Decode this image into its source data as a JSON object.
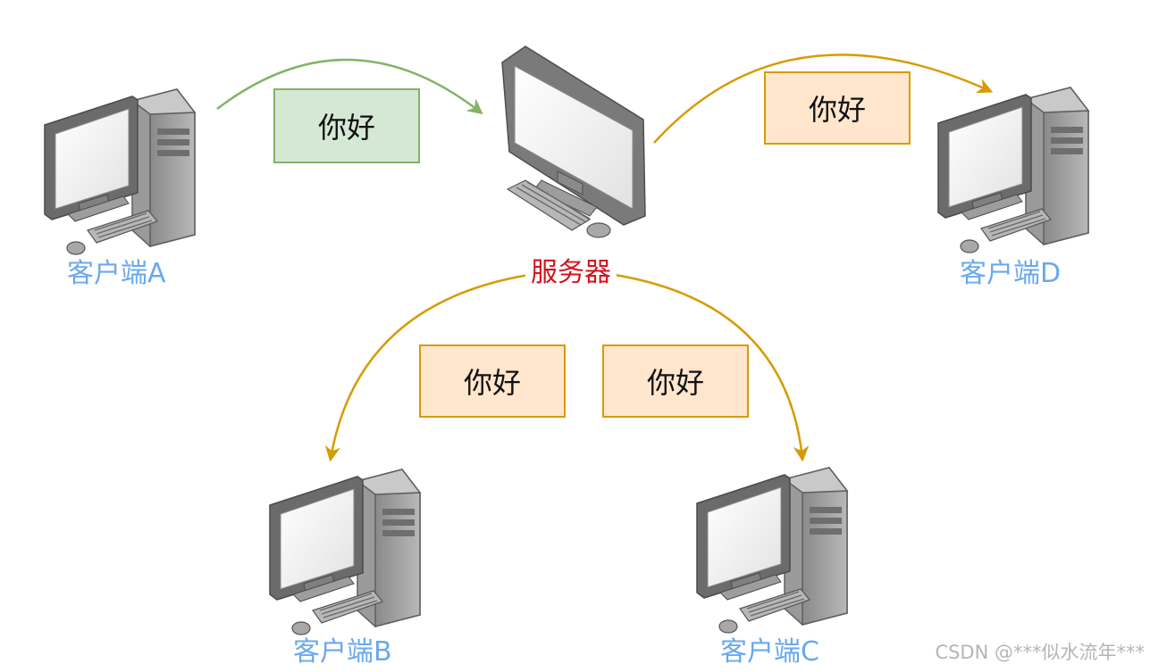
{
  "server": {
    "label": "服务器",
    "label_color": "#d2141e"
  },
  "clients": {
    "a": {
      "label": "客户端A"
    },
    "b": {
      "label": "客户端B"
    },
    "c": {
      "label": "客户端C"
    },
    "d": {
      "label": "客户端D"
    },
    "label_color": "#69a9ee"
  },
  "messages": {
    "a_to_server": {
      "text": "你好",
      "fill": "#d5e8d4",
      "stroke": "#82b366"
    },
    "server_to_d": {
      "text": "你好",
      "fill": "#ffe6cc",
      "stroke": "#d79b00"
    },
    "server_to_b": {
      "text": "你好",
      "fill": "#ffe6cc",
      "stroke": "#d79b00"
    },
    "server_to_c": {
      "text": "你好",
      "fill": "#ffe6cc",
      "stroke": "#d79b00"
    }
  },
  "arrows": {
    "inbound_color": "#82b366",
    "outbound_color": "#d79b00"
  },
  "computer_icon": "desktop-computer-icon",
  "watermark": "CSDN @***似水流年***"
}
